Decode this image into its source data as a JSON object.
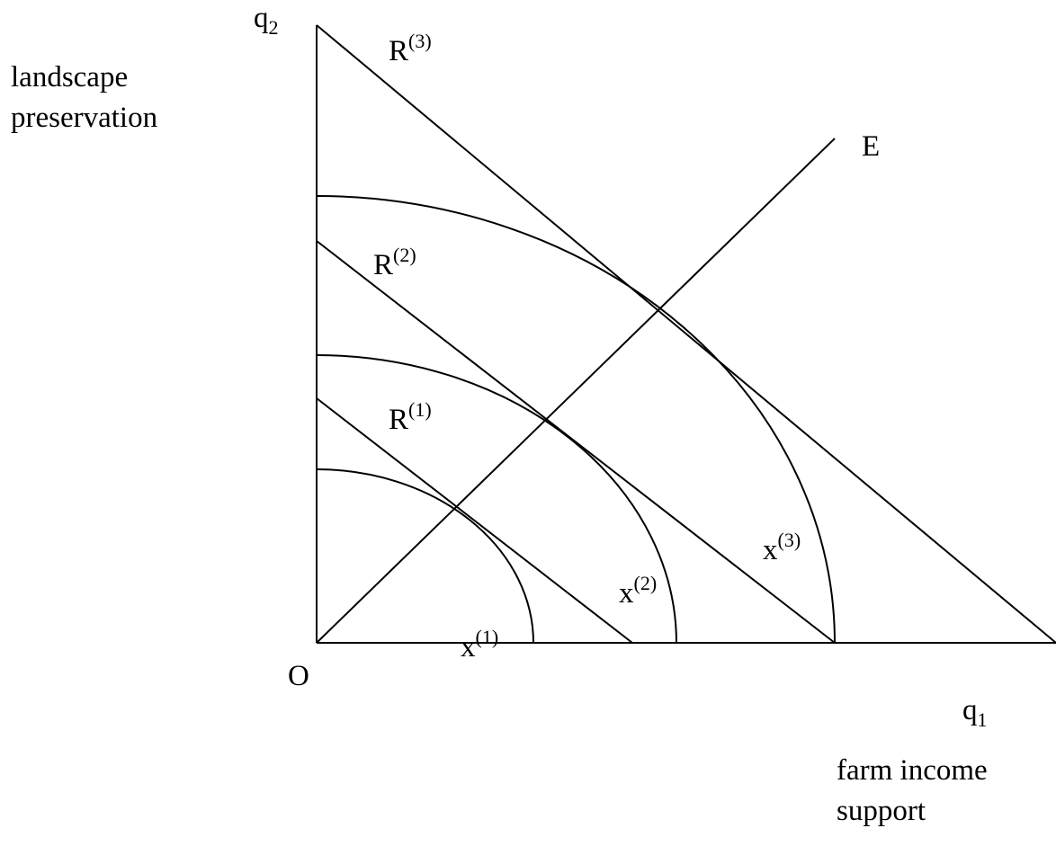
{
  "axes": {
    "y_symbol": "q",
    "y_subscript": "2",
    "y_caption_line1": "landscape",
    "y_caption_line2": "preservation",
    "x_symbol": "q",
    "x_subscript": "1",
    "x_caption_line1": "farm income",
    "x_caption_line2": "support",
    "origin": "O"
  },
  "expansion_path": {
    "label": "E"
  },
  "budget_lines": [
    {
      "base": "R",
      "sup": "(1)"
    },
    {
      "base": "R",
      "sup": "(2)"
    },
    {
      "base": "R",
      "sup": "(3)"
    }
  ],
  "frontiers": [
    {
      "base": "x",
      "sup": "(1)"
    },
    {
      "base": "x",
      "sup": "(2)"
    },
    {
      "base": "x",
      "sup": "(3)"
    }
  ]
}
